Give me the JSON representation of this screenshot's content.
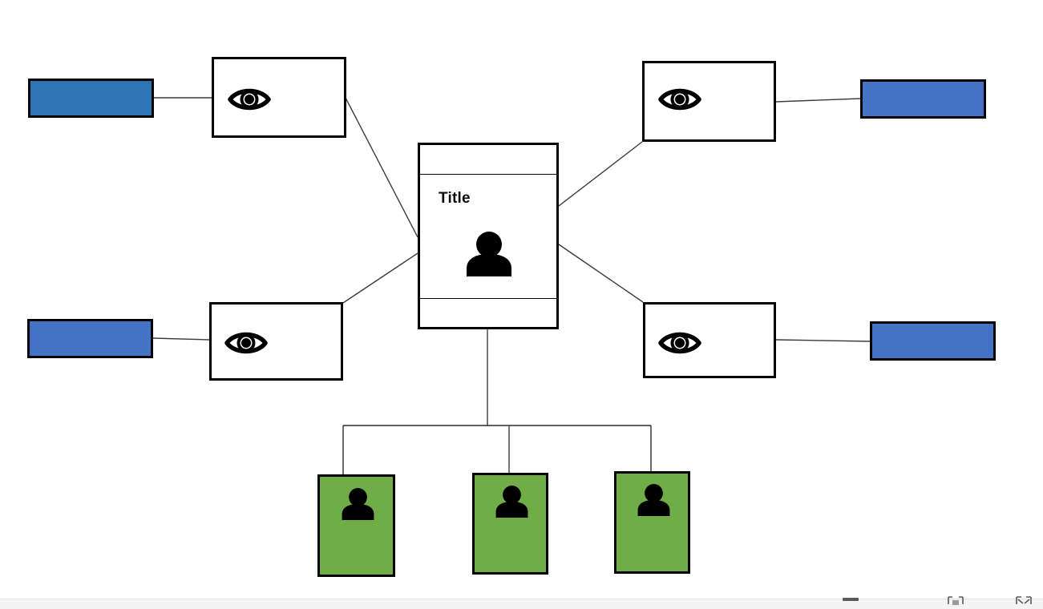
{
  "diagram": {
    "title": "Title",
    "colors": {
      "blue_dark": "#2E75B6",
      "blue_light": "#4472C4",
      "green": "#70AD47",
      "outline": "#000000",
      "connector": "#3c3c3c",
      "background": "#FFFFFF",
      "toolbar": "#F4F4F4"
    },
    "center_card": {
      "name": "center-card",
      "title": "Title",
      "person_icon": "person-icon",
      "sections": [
        "header-strip",
        "body",
        "footer-strip"
      ]
    },
    "eye_nodes": [
      {
        "id": "eye-node-top-left",
        "icon": "eye-icon",
        "label": ""
      },
      {
        "id": "eye-node-top-right",
        "icon": "eye-icon",
        "label": ""
      },
      {
        "id": "eye-node-bottom-left",
        "icon": "eye-icon",
        "label": ""
      },
      {
        "id": "eye-node-bottom-right",
        "icon": "eye-icon",
        "label": ""
      }
    ],
    "blue_bars": [
      {
        "id": "blue-bar-top-left",
        "color": "#2E75B6",
        "label": ""
      },
      {
        "id": "blue-bar-top-right",
        "color": "#4472C4",
        "label": ""
      },
      {
        "id": "blue-bar-bottom-left",
        "color": "#4472C4",
        "label": ""
      },
      {
        "id": "blue-bar-bottom-right",
        "color": "#4472C4",
        "label": ""
      }
    ],
    "green_cards": [
      {
        "id": "green-card-1",
        "color": "#70AD47",
        "icon": "person-icon",
        "label": ""
      },
      {
        "id": "green-card-2",
        "color": "#70AD47",
        "icon": "person-icon",
        "label": ""
      },
      {
        "id": "green-card-3",
        "color": "#70AD47",
        "icon": "person-icon",
        "label": ""
      }
    ],
    "connectors": [
      {
        "id": "connector-blue-tl-to-eye-tl",
        "type": "straight"
      },
      {
        "id": "connector-eye-tl-to-center",
        "type": "diagonal"
      },
      {
        "id": "connector-blue-tr-to-eye-tr",
        "type": "straight"
      },
      {
        "id": "connector-eye-tr-to-center",
        "type": "diagonal"
      },
      {
        "id": "connector-blue-bl-to-eye-bl",
        "type": "straight"
      },
      {
        "id": "connector-eye-bl-to-center",
        "type": "diagonal"
      },
      {
        "id": "connector-blue-br-to-eye-br",
        "type": "straight"
      },
      {
        "id": "connector-eye-br-to-center",
        "type": "diagonal"
      },
      {
        "id": "connector-center-to-bus",
        "type": "vertical"
      },
      {
        "id": "connector-bus-horizontal",
        "type": "horizontal"
      },
      {
        "id": "connector-bus-to-green-1",
        "type": "vertical"
      },
      {
        "id": "connector-bus-to-green-2",
        "type": "vertical"
      },
      {
        "id": "connector-bus-to-green-3",
        "type": "vertical"
      }
    ]
  },
  "toolbar": {
    "icons": [
      "minus-icon",
      "fit-screen-icon",
      "expand-icon"
    ]
  }
}
